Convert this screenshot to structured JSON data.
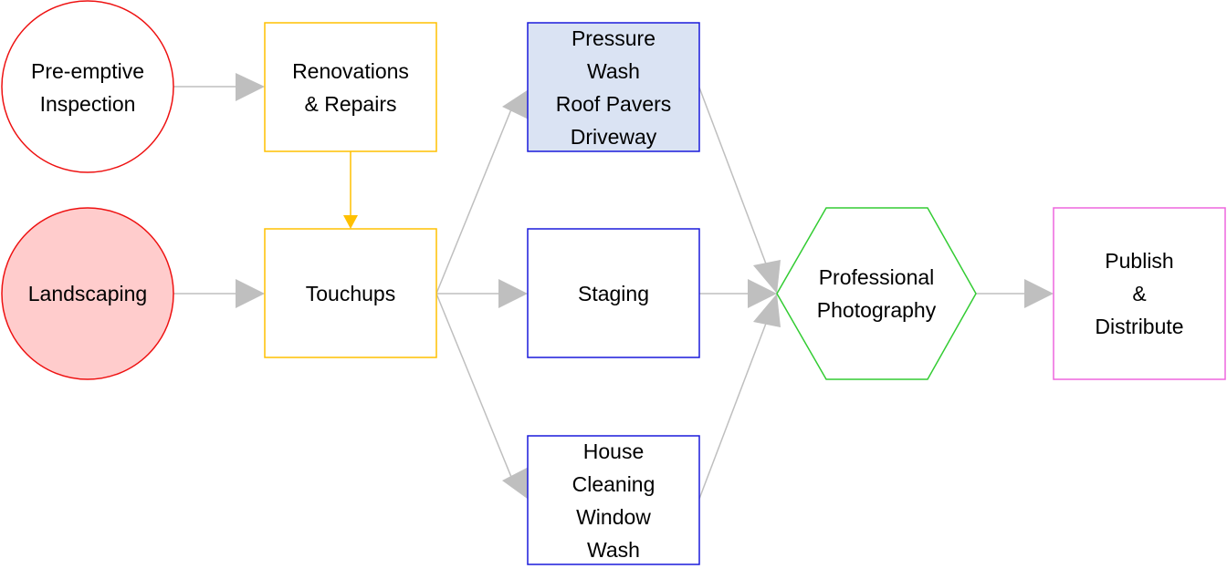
{
  "diagram": {
    "type": "process-flowchart",
    "colors": {
      "circle_stroke": "#ee1111",
      "circle_fill_highlight": "#ffcccc",
      "yellow_stroke": "#ffc000",
      "blue_stroke": "#1a1adb",
      "blue_fill_highlight": "#dae3f3",
      "green_stroke": "#33cc33",
      "pink_stroke": "#ee66dd",
      "connector": "#bfbfbf"
    },
    "nodes": [
      {
        "id": "preemptive",
        "shape": "circle",
        "lines": [
          "Pre-emptive",
          "Inspection"
        ]
      },
      {
        "id": "landscaping",
        "shape": "circle",
        "lines": [
          "Landscaping"
        ]
      },
      {
        "id": "renovations",
        "shape": "rect",
        "lines": [
          "Renovations",
          "& Repairs"
        ]
      },
      {
        "id": "touchups",
        "shape": "rect",
        "lines": [
          "Touchups"
        ]
      },
      {
        "id": "pressure",
        "shape": "rect",
        "lines": [
          "Pressure",
          "Wash",
          "Roof Pavers",
          "Driveway"
        ]
      },
      {
        "id": "staging",
        "shape": "rect",
        "lines": [
          "Staging"
        ]
      },
      {
        "id": "cleaning",
        "shape": "rect",
        "lines": [
          "House",
          "Cleaning",
          "Window",
          "Wash"
        ]
      },
      {
        "id": "photography",
        "shape": "hexagon",
        "lines": [
          "Professional",
          "Photography"
        ]
      },
      {
        "id": "publish",
        "shape": "rect",
        "lines": [
          "Publish",
          "&",
          "Distribute"
        ]
      }
    ],
    "edges": [
      {
        "from": "preemptive",
        "to": "renovations"
      },
      {
        "from": "renovations",
        "to": "touchups"
      },
      {
        "from": "landscaping",
        "to": "touchups"
      },
      {
        "from": "touchups",
        "to": "pressure"
      },
      {
        "from": "touchups",
        "to": "staging"
      },
      {
        "from": "touchups",
        "to": "cleaning"
      },
      {
        "from": "pressure",
        "to": "photography"
      },
      {
        "from": "staging",
        "to": "photography"
      },
      {
        "from": "cleaning",
        "to": "photography"
      },
      {
        "from": "photography",
        "to": "publish"
      }
    ]
  }
}
